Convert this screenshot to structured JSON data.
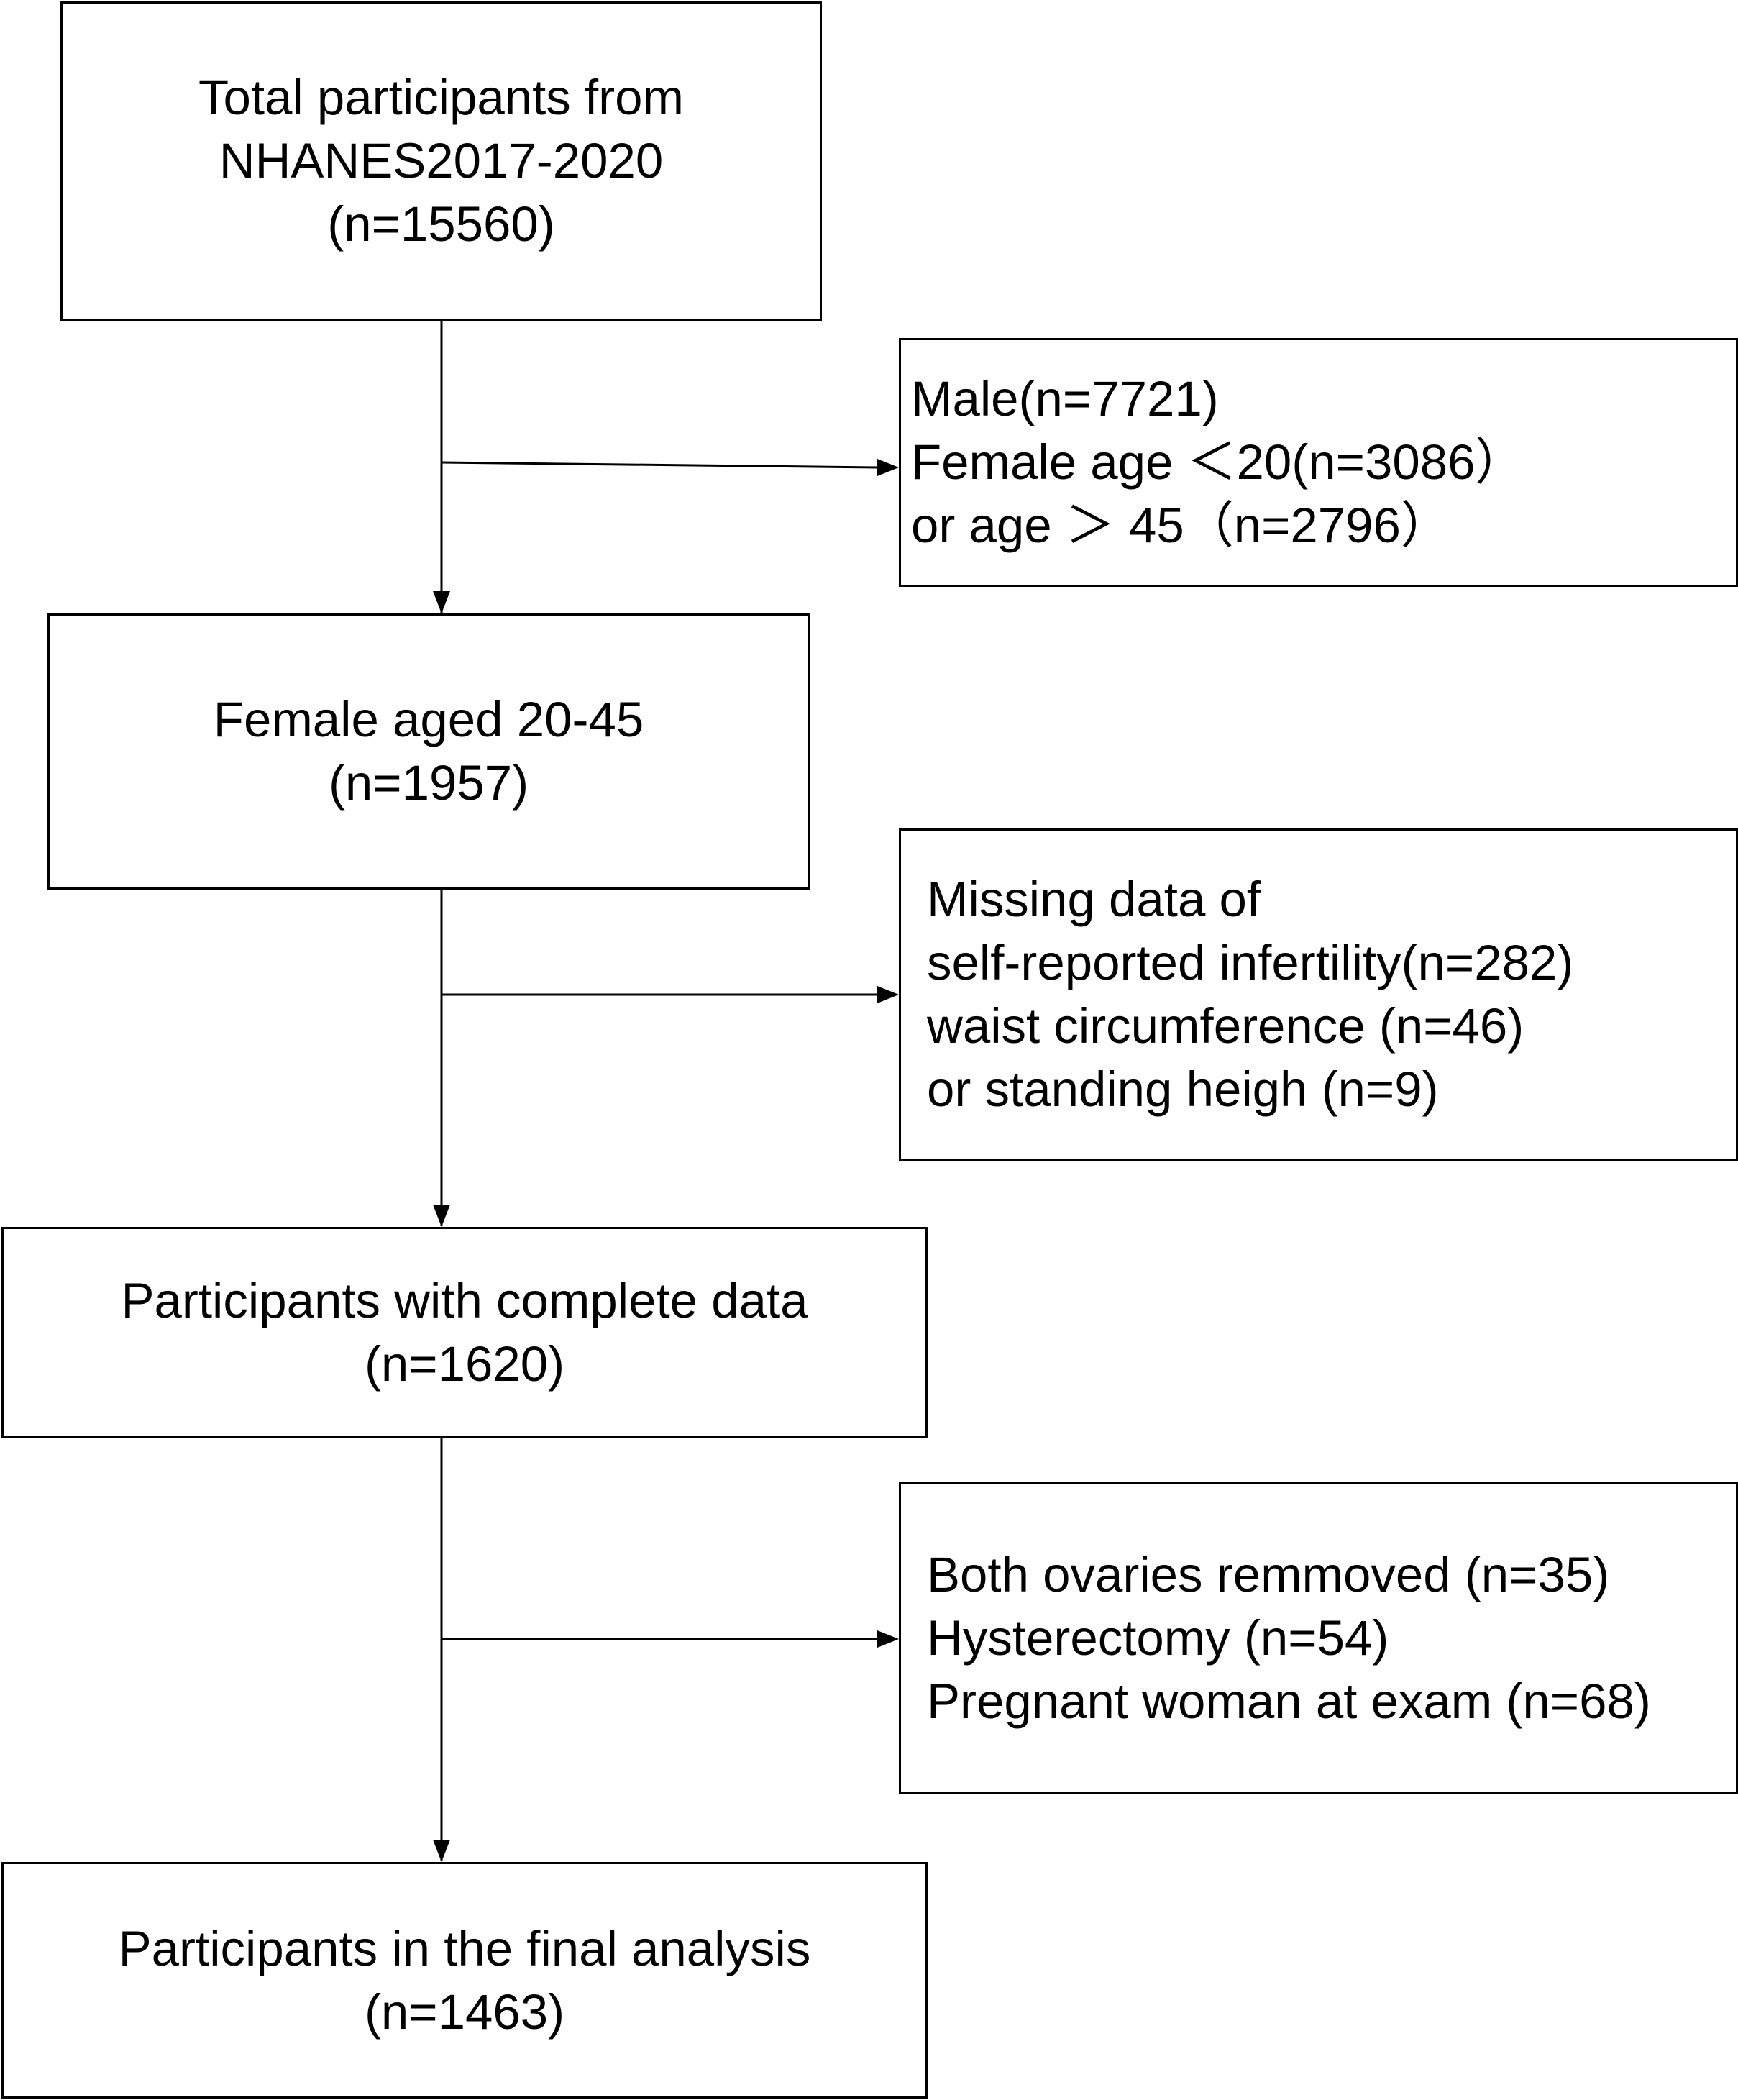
{
  "colors": {
    "stroke": "#000000",
    "background": "#ffffff"
  },
  "boxes": {
    "total": {
      "lines": [
        "Total participants from",
        "NHANES2017-2020",
        "(n=15560)"
      ]
    },
    "excl1": {
      "lines": [
        "Male(n=7721)",
        "Female age ＜20(n=3086）",
        "or age ＞ 45（n=2796）"
      ]
    },
    "female": {
      "lines": [
        "Female aged 20-45",
        "(n=1957)"
      ]
    },
    "excl2": {
      "lines": [
        "Missing data of",
        "self-reported infertility(n=282)",
        "waist circumference (n=46)",
        "or standing heigh (n=9)"
      ]
    },
    "complete": {
      "lines": [
        "Participants with complete data",
        "(n=1620)"
      ]
    },
    "excl3": {
      "lines": [
        "Both ovaries remmoved (n=35)",
        "Hysterectomy (n=54)",
        "Pregnant woman at exam (n=68)"
      ]
    },
    "final": {
      "lines": [
        "Participants in the final analysis",
        "(n=1463)"
      ]
    }
  }
}
